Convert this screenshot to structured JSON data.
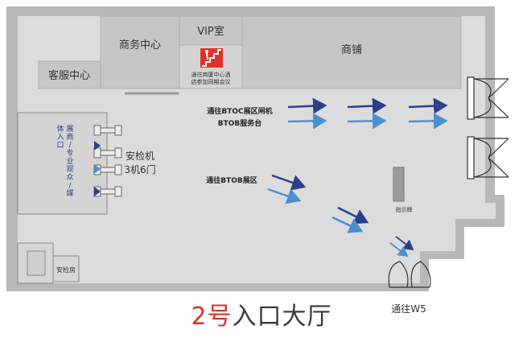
{
  "title": {
    "number": "2号",
    "rest": "入口大厅"
  },
  "rooms": {
    "business_center": "商务中心",
    "vip_room": "VIP室",
    "shops": "商铺",
    "customer_service": "客服中心",
    "stair_note_line1": "通往商厦中心酒",
    "stair_note_line2": "店参加同期会议",
    "security_room": "安检房"
  },
  "security": {
    "line1": "安检机",
    "line2": "3机6门"
  },
  "entrance_label_chars": [
    "展",
    "商",
    "/",
    "专",
    "业",
    "观",
    "众",
    "/",
    "媒",
    "体",
    "入",
    "口"
  ],
  "routes": {
    "btoc_line1": "通往BTOC展区闸机",
    "btoc_line2": "BTOB服务台",
    "btob": "通往BTOB展区"
  },
  "sign": "指示牌",
  "exit_w5": "通往W5",
  "colors": {
    "dark_arrow": "#2b3f8c",
    "light_arrow": "#4a90d0",
    "stair_red": "#e0302a",
    "title_red": "#e0302a",
    "wall": "#b5b5b5",
    "floor": "#dcdcdc",
    "room": "#c8c8c8"
  },
  "icons": [
    "stair-icon",
    "security-gate-icon",
    "entrance-arrow-icon",
    "door-icon"
  ]
}
